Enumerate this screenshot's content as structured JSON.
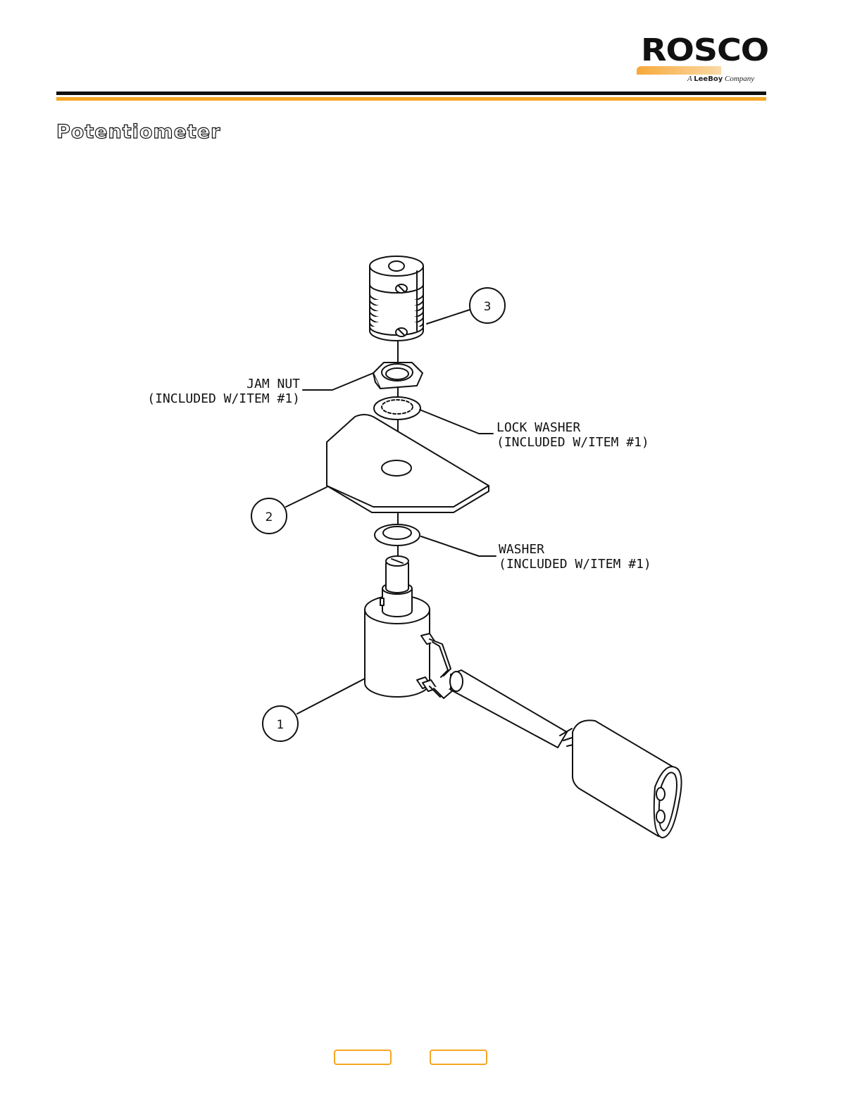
{
  "header": {
    "logo_text": "ROSCO",
    "logo_sub_a": "A",
    "logo_sub_brand": "LeeBoy",
    "logo_sub_company": "Company",
    "accent_color": "#f5a623",
    "rule_color": "#111111"
  },
  "page": {
    "title": "Potentiometer"
  },
  "diagram": {
    "callouts": [
      {
        "num": "1"
      },
      {
        "num": "2"
      },
      {
        "num": "3"
      }
    ],
    "labels": {
      "jam_nut": "JAM NUT",
      "jam_nut_note": "(INCLUDED W/ITEM #1)",
      "lock_washer": "LOCK WASHER",
      "lock_washer_note": "(INCLUDED W/ITEM #1)",
      "washer": "WASHER",
      "washer_note": "(INCLUDED W/ITEM #1)"
    }
  },
  "footer": {
    "prev_label": "",
    "next_label": ""
  }
}
